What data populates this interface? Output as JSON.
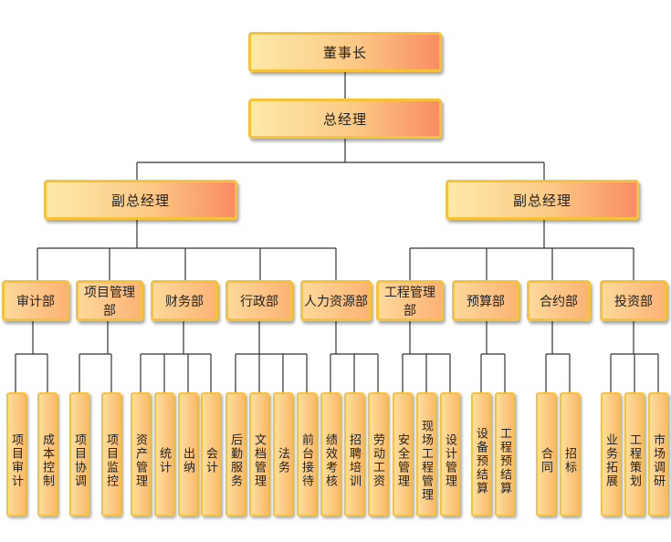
{
  "chairman": "董事长",
  "general_manager": "总经理",
  "deputies": [
    {
      "label": "副总经理",
      "departments": [
        {
          "label": "审计部",
          "units": [
            "项目审计",
            "成本控制"
          ]
        },
        {
          "label": "项目管理部",
          "units": [
            "项目协调",
            "项目监控"
          ]
        },
        {
          "label": "财务部",
          "units": [
            "资产管理",
            "统计",
            "出纳",
            "会计"
          ]
        },
        {
          "label": "行政部",
          "units": [
            "后勤服务",
            "文档管理",
            "法务",
            "前台接待"
          ]
        },
        {
          "label": "人力资源部",
          "units": [
            "绩效考核",
            "招聘培训",
            "劳动工资"
          ]
        }
      ]
    },
    {
      "label": "副总经理",
      "departments": [
        {
          "label": "工程管理部",
          "units": [
            "安全管理",
            "现场工程管理",
            "设计管理"
          ]
        },
        {
          "label": "预算部",
          "units": [
            "设备预结算",
            "工程预结算"
          ]
        },
        {
          "label": "合约部",
          "units": [
            "合同",
            "招标"
          ]
        },
        {
          "label": "投资部",
          "units": [
            "业务拓展",
            "工程策划",
            "市场调研"
          ]
        }
      ]
    }
  ]
}
